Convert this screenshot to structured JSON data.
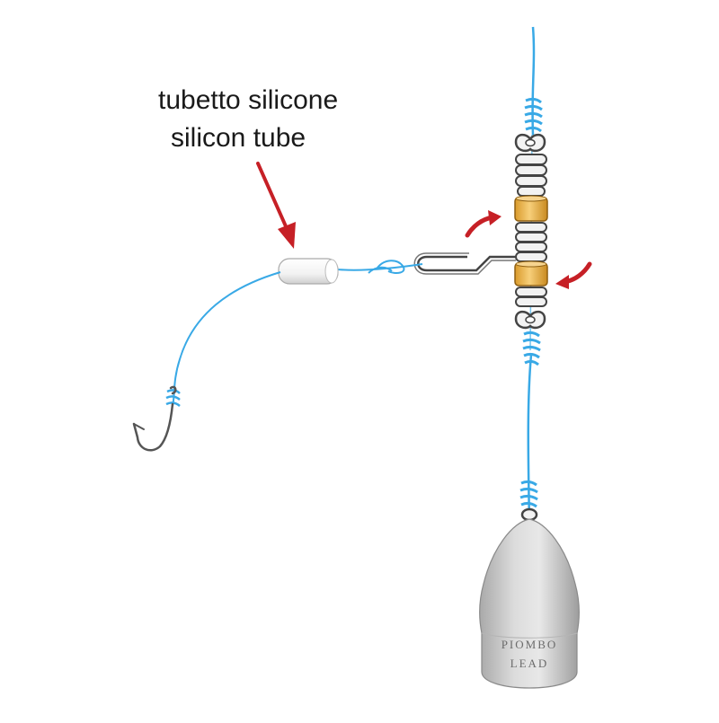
{
  "labels": {
    "tube_it": "tubetto silicone",
    "tube_en": "silicon tube",
    "weight_it": "PIOMBO",
    "weight_en": "LEAD"
  },
  "colors": {
    "line": "#39a9e6",
    "arrow": "#c62026",
    "bead": "#f0b64b",
    "swivel_metal": "#e9e9e9",
    "lead": "#c8c8c8"
  },
  "icons": [
    "fishing-hook-icon",
    "lead-weight-icon",
    "swivel-icon",
    "bead-icon",
    "arrow-icon"
  ]
}
